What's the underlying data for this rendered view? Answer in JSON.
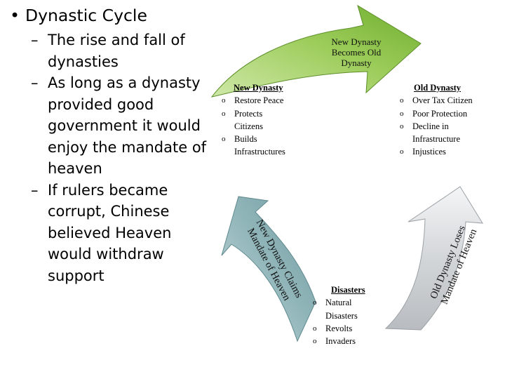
{
  "slide": {
    "bullet": "Dynastic Cycle",
    "points": [
      "The rise and fall of dynasties",
      "As long as a dynasty provided good government it would enjoy the mandate of heaven",
      "If rulers became corrupt, Chinese believed Heaven would withdraw support"
    ]
  },
  "diagram": {
    "arrows": {
      "top": "New Dynasty Becomes Old Dynasty",
      "right": "Old Dynasty Loses Mandate of Heaven",
      "left": "New Dynasty Claims Mandate of Heaven"
    },
    "new_dynasty": {
      "title": "New Dynasty",
      "items": [
        "Restore Peace",
        "Protects Citizens",
        "Builds Infrastructures"
      ]
    },
    "old_dynasty": {
      "title": "Old Dynasty",
      "items": [
        "Over Tax Citizen",
        "Poor Protection",
        "Decline in Infrastructure",
        "Injustices"
      ]
    },
    "disasters": {
      "title": "Disasters",
      "items": [
        "Natural Disasters",
        "Revolts",
        "Invaders"
      ]
    },
    "colors": {
      "top_arrow": "#9ccc5a",
      "right_arrow": "#cfd3d6",
      "left_arrow": "#8fb4b8"
    }
  }
}
